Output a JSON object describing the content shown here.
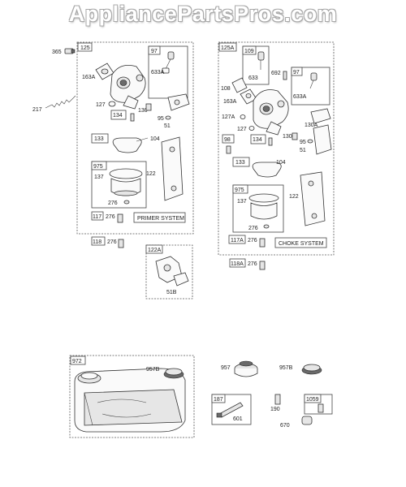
{
  "watermark": "AppliancePartsPros.com",
  "labels": {
    "p365": "365",
    "p125": "125",
    "p97": "97",
    "p163a": "163A",
    "p633a": "633A",
    "p217": "217",
    "p127": "127",
    "p130": "130",
    "p134": "134",
    "p95": "95",
    "p51": "51",
    "p133": "133",
    "p104": "104",
    "p975": "975",
    "p137": "137",
    "p122": "122",
    "p276": "276",
    "p117": "117",
    "p276b": "276",
    "p118": "118",
    "p276c": "276",
    "p122a": "122A",
    "p51b": "51B",
    "p125a": "125A",
    "p109": "109",
    "p633": "633",
    "p692": "692",
    "p97b": "97",
    "p108": "108",
    "p163a_b": "163A",
    "p633a_b": "633A",
    "p127a": "127A",
    "p127b": "127",
    "p130b": "130",
    "p130a": "130A",
    "p98": "98",
    "p134b": "134",
    "p95b": "95",
    "p51c": "51",
    "p133b": "133",
    "p104b": "104",
    "p975b": "975",
    "p137b": "137",
    "p122b": "122",
    "p276d": "276",
    "p117a": "117A",
    "p276e": "276",
    "p118a": "118A",
    "p276f": "276",
    "p972": "972",
    "p957b": "957B",
    "p957": "957",
    "p957b2": "957B",
    "p187": "187",
    "p601": "601",
    "p190": "190",
    "p1059": "1059",
    "p670": "670"
  },
  "systems": {
    "primer": "PRIMER SYSTEM",
    "choke": "CHOKE SYSTEM"
  },
  "icons": [
    "carburetor-icon",
    "gasket-icon",
    "spring-icon",
    "screw-icon",
    "fuel-tank-icon",
    "fuel-cap-icon",
    "filter-icon",
    "bushing-icon"
  ]
}
